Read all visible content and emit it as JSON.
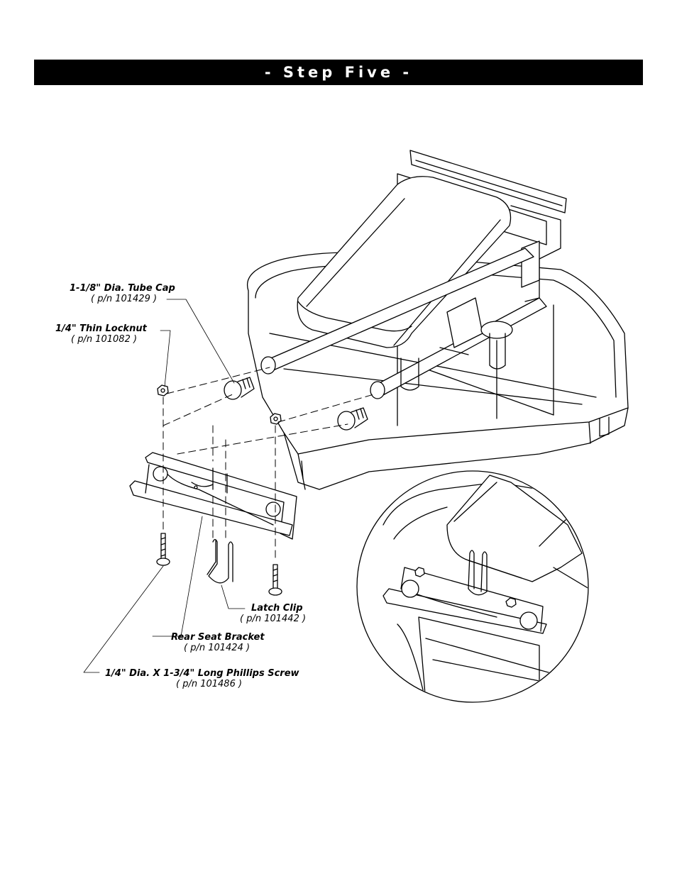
{
  "header": {
    "title": "- Step Five -"
  },
  "parts": [
    {
      "name": "1-1/8\" Dia. Tube Cap",
      "part_number": "( p/n 101429 )"
    },
    {
      "name": "1/4\" Thin Locknut",
      "part_number": "( p/n 101082 )"
    },
    {
      "name": "Latch Clip",
      "part_number": "( p/n 101442 )"
    },
    {
      "name": "Rear Seat Bracket",
      "part_number": "( p/n 101424 )"
    },
    {
      "name": "1/4\" Dia. X 1-3/4\" Long Phillips Screw",
      "part_number": "( p/n 101486 )"
    }
  ]
}
